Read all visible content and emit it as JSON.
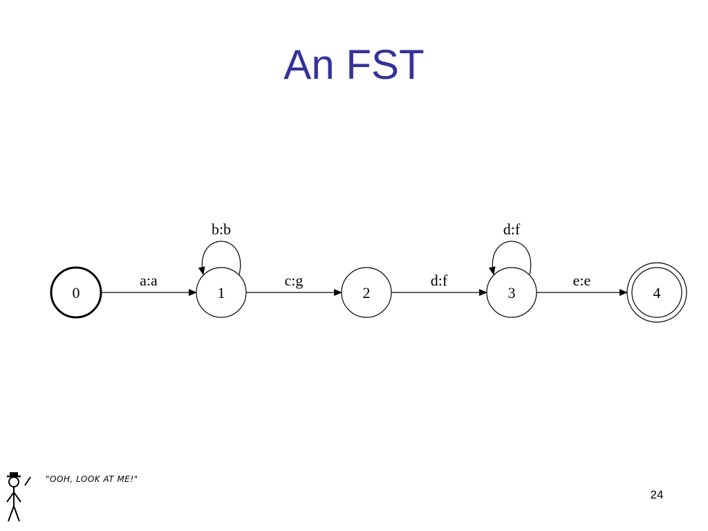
{
  "slide": {
    "title": "An FST",
    "page_number": "24",
    "cartoon_caption": "\"OOH, LOOK AT ME!\""
  },
  "fst": {
    "states": [
      {
        "id": "0",
        "label": "0",
        "start": true,
        "final": false
      },
      {
        "id": "1",
        "label": "1",
        "start": false,
        "final": false
      },
      {
        "id": "2",
        "label": "2",
        "start": false,
        "final": false
      },
      {
        "id": "3",
        "label": "3",
        "start": false,
        "final": false
      },
      {
        "id": "4",
        "label": "4",
        "start": false,
        "final": true
      }
    ],
    "transitions": [
      {
        "from": "0",
        "to": "1",
        "label": "a:a"
      },
      {
        "from": "1",
        "to": "1",
        "label": "b:b"
      },
      {
        "from": "1",
        "to": "2",
        "label": "c:g"
      },
      {
        "from": "2",
        "to": "3",
        "label": "d:f"
      },
      {
        "from": "3",
        "to": "3",
        "label": "d:f"
      },
      {
        "from": "3",
        "to": "4",
        "label": "e:e"
      }
    ]
  }
}
